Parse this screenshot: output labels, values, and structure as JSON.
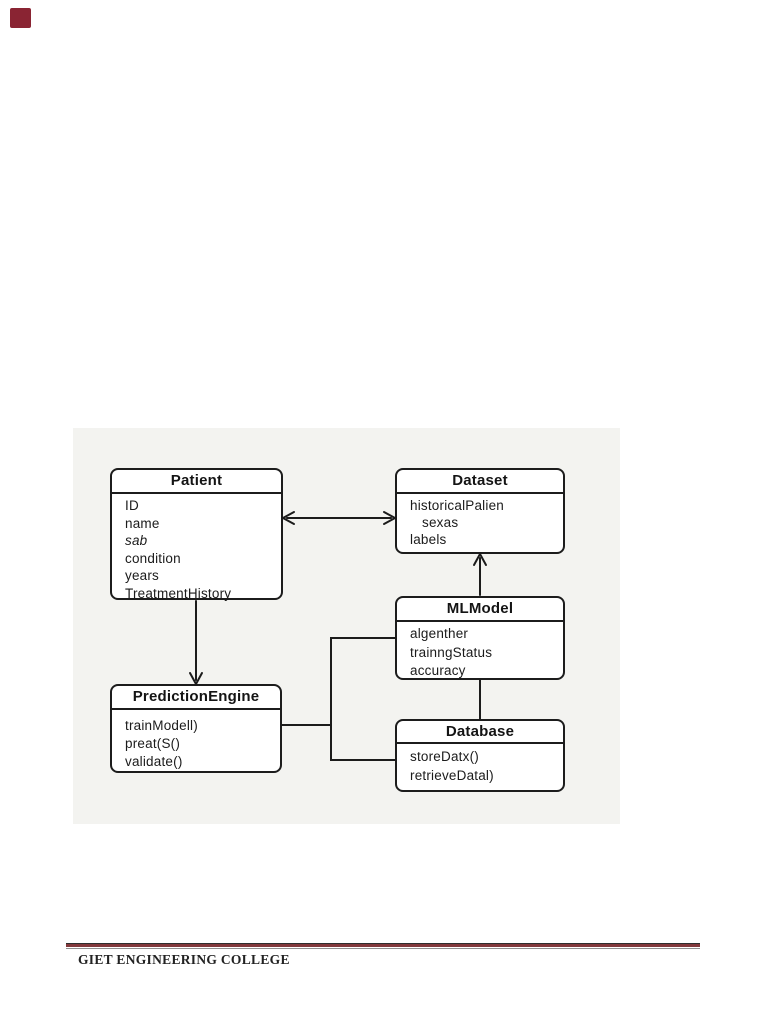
{
  "page": {
    "corner_mark_color": "#8a2433"
  },
  "diagram": {
    "panel_bg": "#f3f3f0",
    "stroke_color": "#1b1b1b",
    "classes": {
      "patient": {
        "title": "Patient",
        "members": [
          "ID",
          "name",
          "sab",
          "condition",
          "years",
          "TreatmentHistory"
        ]
      },
      "dataset": {
        "title": "Dataset",
        "members": [
          "historicalPalien",
          "sexas",
          "labels"
        ]
      },
      "mlmodel": {
        "title": "MLModel",
        "members": [
          "algenther",
          "trainngStatus",
          "accuracy"
        ]
      },
      "prediction_engine": {
        "title": "PredictionEngine",
        "members": [
          "trainModell)",
          "preat(S()",
          "validate()"
        ]
      },
      "database": {
        "title": "Database",
        "members": [
          "storeDatx()",
          "retrieveDatal)"
        ]
      }
    },
    "relations": [
      "patient-dataset-bidirectional",
      "patient-to-predictionengine",
      "mlmodel-to-dataset",
      "mlmodel-to-database",
      "predictionengine-mlmodel-database-elbow"
    ]
  },
  "footer": {
    "institution": "GIET ENGINEERING COLLEGE",
    "rule_color": "#82393c"
  }
}
